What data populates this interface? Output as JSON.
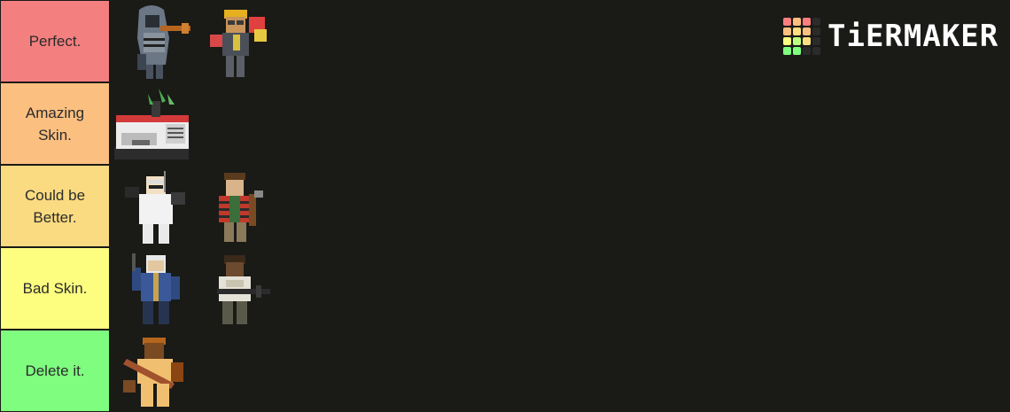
{
  "brand": {
    "name": "TiERMAKER",
    "grid_colors": [
      "#ff7f7f",
      "#ffbf7f",
      "#ff7f7f",
      "#2b2b2b",
      "#ffbf7f",
      "#ffdf7f",
      "#ffbf7f",
      "#2b2b2b",
      "#ffff7f",
      "#bfff7f",
      "#ffdf7f",
      "#2b2b2b",
      "#7fff7f",
      "#7fff7f",
      "#2b2b2b",
      "#2b2b2b"
    ]
  },
  "tiers": [
    {
      "label": "Perfect.",
      "color": "#f47f7f",
      "items": [
        "hooded-gunner-skin",
        "engineer-goggles-skin"
      ]
    },
    {
      "label": "Amazing\nSkin.",
      "color": "#fbbf80",
      "items": [
        "building-skin"
      ]
    },
    {
      "label": "Could be\nBetter.",
      "color": "#fbdb81",
      "items": [
        "lab-coat-skin",
        "lumberjack-skin"
      ]
    },
    {
      "label": "Bad Skin.",
      "color": "#fdfd80",
      "items": [
        "blue-jacket-skin",
        "soldier-rifle-skin"
      ]
    },
    {
      "label": "Delete it.",
      "color": "#7ffd7f",
      "items": [
        "baseball-player-skin"
      ]
    }
  ]
}
